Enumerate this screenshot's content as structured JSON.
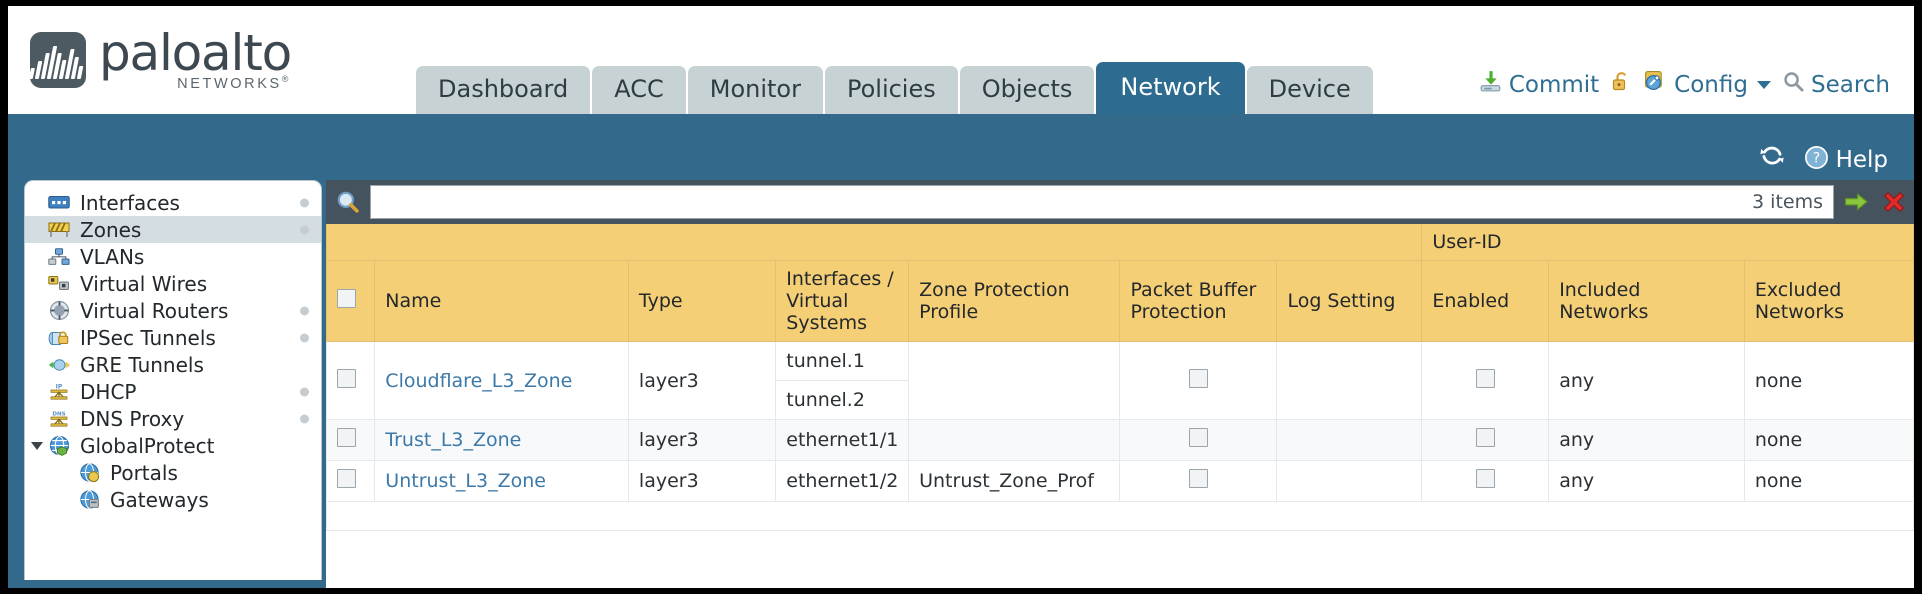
{
  "brand": {
    "name": "paloalto",
    "sub": "NETWORKS",
    "registered": "®"
  },
  "tabs": [
    {
      "label": "Dashboard",
      "active": false
    },
    {
      "label": "ACC",
      "active": false
    },
    {
      "label": "Monitor",
      "active": false
    },
    {
      "label": "Policies",
      "active": false
    },
    {
      "label": "Objects",
      "active": false
    },
    {
      "label": "Network",
      "active": true
    },
    {
      "label": "Device",
      "active": false
    }
  ],
  "utilities": [
    {
      "label": "Commit",
      "icon": "commit-download-icon"
    },
    {
      "label": "",
      "icon": "unlock-padlock-icon"
    },
    {
      "label": "Config",
      "icon": "config-key-icon",
      "caret": true
    },
    {
      "label": "Search",
      "icon": "search-magnifier-icon"
    }
  ],
  "band": {
    "refresh_icon": "refresh-icon",
    "help_label": "Help",
    "help_icon": "help-question-icon"
  },
  "sidebar": {
    "items": [
      {
        "label": "Interfaces",
        "icon": "interfaces-icon",
        "selected": false,
        "dot": true,
        "child": false
      },
      {
        "label": "Zones",
        "icon": "zones-icon",
        "selected": true,
        "dot": true,
        "child": false
      },
      {
        "label": "VLANs",
        "icon": "vlans-icon",
        "selected": false,
        "dot": false,
        "child": false
      },
      {
        "label": "Virtual Wires",
        "icon": "virtual-wires-icon",
        "selected": false,
        "dot": false,
        "child": false
      },
      {
        "label": "Virtual Routers",
        "icon": "virtual-routers-icon",
        "selected": false,
        "dot": true,
        "child": false
      },
      {
        "label": "IPSec Tunnels",
        "icon": "ipsec-tunnels-icon",
        "selected": false,
        "dot": true,
        "child": false
      },
      {
        "label": "GRE Tunnels",
        "icon": "gre-tunnels-icon",
        "selected": false,
        "dot": false,
        "child": false
      },
      {
        "label": "DHCP",
        "icon": "dhcp-icon",
        "selected": false,
        "dot": true,
        "child": false
      },
      {
        "label": "DNS Proxy",
        "icon": "dns-proxy-icon",
        "selected": false,
        "dot": true,
        "child": false
      },
      {
        "label": "GlobalProtect",
        "icon": "globalprotect-icon",
        "selected": false,
        "dot": false,
        "child": false,
        "group": true,
        "expanded": true
      },
      {
        "label": "Portals",
        "icon": "portals-icon",
        "selected": false,
        "dot": false,
        "child": true
      },
      {
        "label": "Gateways",
        "icon": "gateways-icon",
        "selected": false,
        "dot": false,
        "child": true
      }
    ]
  },
  "search": {
    "value": "",
    "placeholder": "",
    "icon": "search-magnifier-icon",
    "item_count": "3 items",
    "apply_icon": "apply-arrow-icon",
    "clear_icon": "clear-x-icon"
  },
  "table": {
    "group_header": "User-ID",
    "columns": [
      "Name",
      "Type",
      "Interfaces / Virtual Systems",
      "Zone Protection Profile",
      "Packet Buffer Protection",
      "Log Setting",
      "Enabled",
      "Included Networks",
      "Excluded Networks"
    ],
    "rows": [
      {
        "name": "Cloudflare_L3_Zone",
        "type": "layer3",
        "interfaces": [
          "tunnel.1",
          "tunnel.2"
        ],
        "zone_protection_profile": "",
        "packet_buffer_protection": false,
        "log_setting": "",
        "enabled": false,
        "included_networks": "any",
        "excluded_networks": "none"
      },
      {
        "name": "Trust_L3_Zone",
        "type": "layer3",
        "interfaces": [
          "ethernet1/1"
        ],
        "zone_protection_profile": "",
        "packet_buffer_protection": false,
        "log_setting": "",
        "enabled": false,
        "included_networks": "any",
        "excluded_networks": "none"
      },
      {
        "name": "Untrust_L3_Zone",
        "type": "layer3",
        "interfaces": [
          "ethernet1/2"
        ],
        "zone_protection_profile": "Untrust_Zone_Prof",
        "packet_buffer_protection": false,
        "log_setting": "",
        "enabled": false,
        "included_networks": "any",
        "excluded_networks": "none"
      }
    ]
  },
  "colors": {
    "brand_dark": "#4e5a61",
    "band_blue": "#33698b",
    "tab_active": "#2d6c90",
    "tab_inactive": "#c7d2d4",
    "table_header": "#f4cf76",
    "table_group_header": "#e8bb55",
    "link": "#3c79a8"
  }
}
